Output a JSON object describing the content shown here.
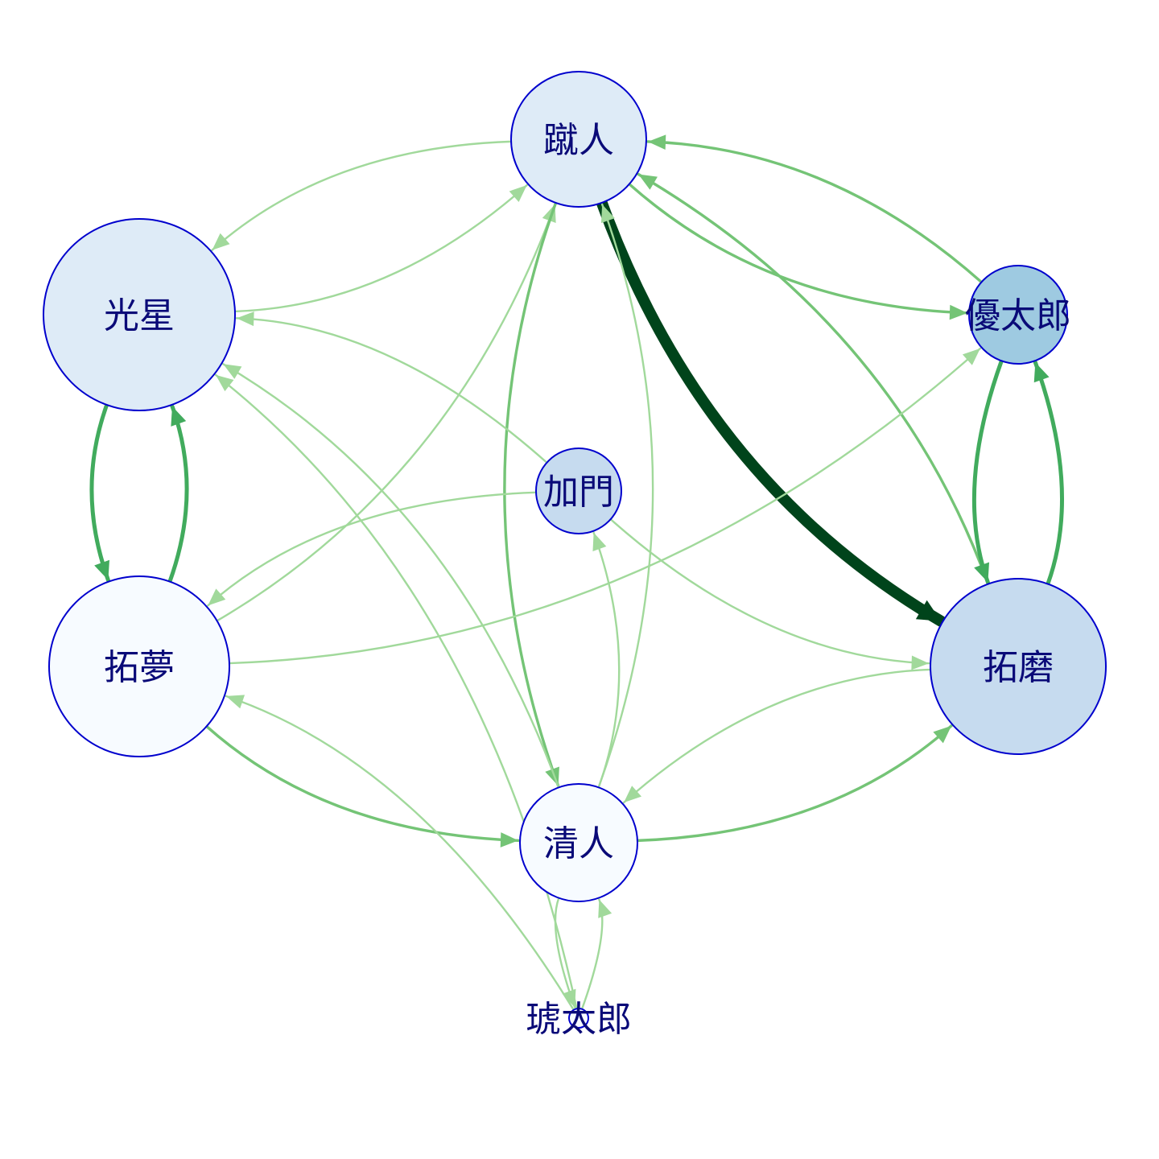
{
  "nodes": [
    {
      "id": "syuto",
      "label": "蹴人",
      "fill": "#deebf7"
    },
    {
      "id": "kosei",
      "label": "光星",
      "fill": "#deebf7"
    },
    {
      "id": "yutaro",
      "label": "優太郎",
      "fill": "#9ecae1"
    },
    {
      "id": "kamon",
      "label": "加門",
      "fill": "#c6dbef"
    },
    {
      "id": "takumu",
      "label": "拓夢",
      "fill": "#f7fbff"
    },
    {
      "id": "takuma",
      "label": "拓磨",
      "fill": "#c6dbef"
    },
    {
      "id": "kiyoto",
      "label": "清人",
      "fill": "#f7fbff"
    },
    {
      "id": "kotaro",
      "label": "琥太郎",
      "fill": "#f7fbff"
    }
  ],
  "edges": [
    {
      "from": "takumu",
      "to": "syuto",
      "weight": 1
    },
    {
      "from": "syuto",
      "to": "kosei",
      "weight": 1
    },
    {
      "from": "kosei",
      "to": "syuto",
      "weight": 1
    },
    {
      "from": "syuto",
      "to": "yutaro",
      "weight": 2
    },
    {
      "from": "yutaro",
      "to": "syuto",
      "weight": 2
    },
    {
      "from": "syuto",
      "to": "takuma",
      "weight": 6
    },
    {
      "from": "takuma",
      "to": "syuto",
      "weight": 2
    },
    {
      "from": "syuto",
      "to": "kiyoto",
      "weight": 2
    },
    {
      "from": "kiyoto",
      "to": "syuto",
      "weight": 1
    },
    {
      "from": "kosei",
      "to": "takumu",
      "weight": 3
    },
    {
      "from": "takumu",
      "to": "kosei",
      "weight": 3
    },
    {
      "from": "kamon",
      "to": "kosei",
      "weight": 1
    },
    {
      "from": "kiyoto",
      "to": "kosei",
      "weight": 1
    },
    {
      "from": "kotaro",
      "to": "kosei",
      "weight": 1
    },
    {
      "from": "yutaro",
      "to": "takuma",
      "weight": 3
    },
    {
      "from": "takuma",
      "to": "yutaro",
      "weight": 3
    },
    {
      "from": "takumu",
      "to": "yutaro",
      "weight": 1
    },
    {
      "from": "kamon",
      "to": "takumu",
      "weight": 1
    },
    {
      "from": "kamon",
      "to": "takuma",
      "weight": 1
    },
    {
      "from": "kiyoto",
      "to": "kamon",
      "weight": 1
    },
    {
      "from": "takumu",
      "to": "kiyoto",
      "weight": 2
    },
    {
      "from": "kiyoto",
      "to": "takuma",
      "weight": 2
    },
    {
      "from": "takuma",
      "to": "kiyoto",
      "weight": 1
    },
    {
      "from": "kotaro",
      "to": "kiyoto",
      "weight": 1
    },
    {
      "from": "kiyoto",
      "to": "kotaro",
      "weight": 1
    },
    {
      "from": "kotaro",
      "to": "takumu",
      "weight": 1
    }
  ]
}
